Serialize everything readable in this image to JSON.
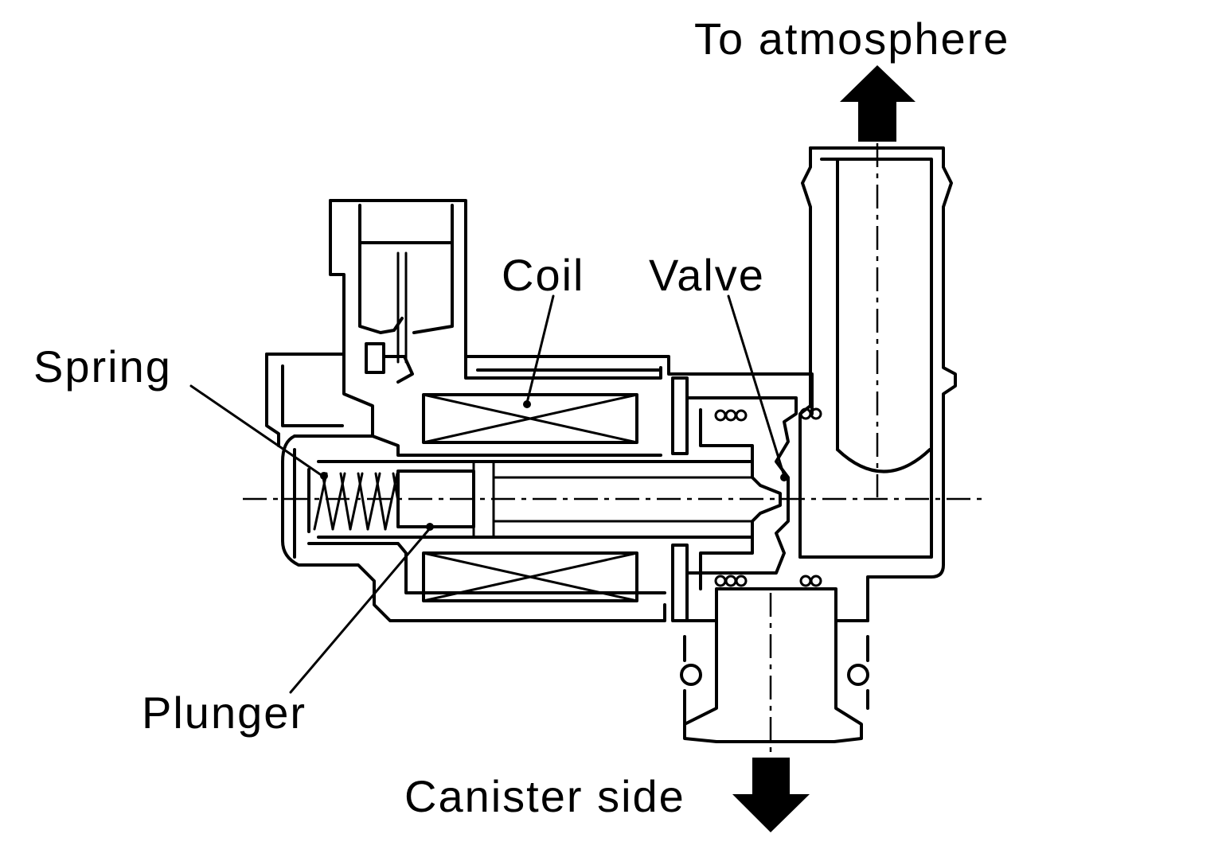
{
  "diagram": {
    "labels": {
      "to_atmosphere": "To atmosphere",
      "coil": "Coil",
      "valve": "Valve",
      "spring": "Spring",
      "plunger": "Plunger",
      "canister_side": "Canister side"
    }
  }
}
